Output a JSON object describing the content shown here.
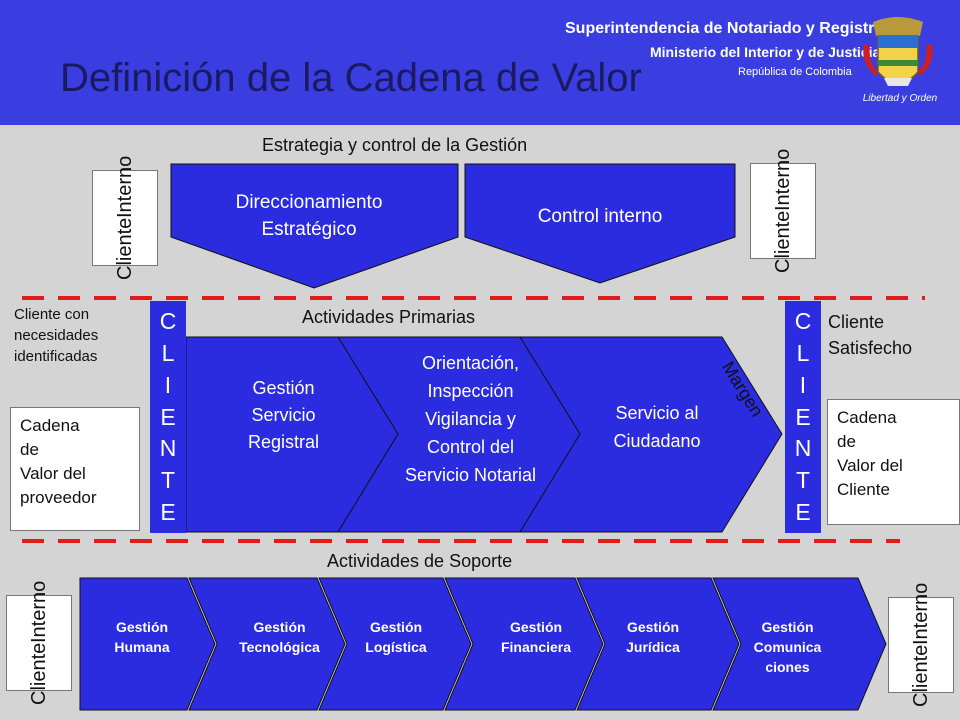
{
  "header": {
    "title": "Definición de la Cadena de Valor",
    "org_line1": "Superintendencia de Notariado y Registro",
    "org_line2": "Ministerio del Interior y de Justicia",
    "org_line3": "República de Colombia",
    "motto": "Libertad y Orden",
    "banner_color": "#3a3ee0"
  },
  "strategy": {
    "heading": "Estrategia y control de la Gestión",
    "box1": [
      "Direccionamiento",
      "Estratégico"
    ],
    "box2": "Control interno",
    "left_client": [
      "Cliente",
      "Interno"
    ],
    "right_client": [
      "Cliente",
      "Interno"
    ]
  },
  "primary": {
    "heading": "Actividades Primarias",
    "left_note": [
      "Cliente con",
      "necesidades",
      "identificadas"
    ],
    "left_box": [
      "Cadena",
      "de",
      "Valor del",
      "proveedor"
    ],
    "right_note": [
      "Cliente",
      "Satisfecho"
    ],
    "right_box": [
      "Cadena",
      "de",
      "Valor del",
      "Cliente"
    ],
    "cliente_letters": [
      "C",
      "L",
      "I",
      "E",
      "N",
      "T",
      "E"
    ],
    "margin_label": "Margen",
    "activities": [
      [
        "Gestión",
        "Servicio",
        "Registral"
      ],
      [
        "Orientación,",
        "Inspección",
        "Vigilancia y",
        "Control del",
        "Servicio Notarial"
      ],
      [
        "Servicio al",
        "Ciudadano"
      ]
    ]
  },
  "support": {
    "heading": "Actividades de Soporte",
    "left_client": [
      "Cliente",
      "Interno"
    ],
    "right_client": [
      "Cliente",
      "Interno"
    ],
    "activities": [
      [
        "Gestión",
        "Humana"
      ],
      [
        "Gestión",
        "Tecnológica"
      ],
      [
        "Gestión",
        "Logística"
      ],
      [
        "Gestión",
        "Financiera"
      ],
      [
        "Gestión",
        "Jurídica"
      ],
      [
        "Gestión",
        "Comunica",
        "ciones"
      ]
    ]
  },
  "colors": {
    "shape_blue": "#2b2be0",
    "dash_red": "#e01b1b"
  }
}
